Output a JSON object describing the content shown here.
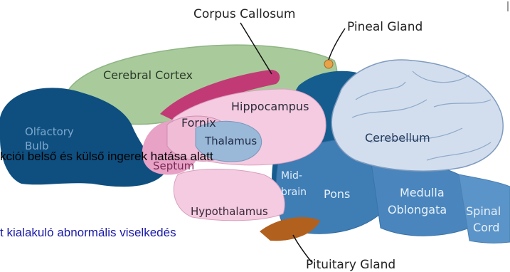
{
  "diagram": {
    "labels": {
      "corpus_callosum": "Corpus Callosum",
      "pineal_gland": "Pineal Gland",
      "cerebral_cortex": "Cerebral Cortex",
      "hippocampus": "Hippocampus",
      "fornix": "Fornix",
      "thalamus": "Thalamus",
      "olfactory_bulb_1": "Olfactory",
      "olfactory_bulb_2": "Bulb",
      "septum": "Septum",
      "cerebellum": "Cerebellum",
      "midbrain_1": "Mid-",
      "midbrain_2": "brain",
      "pons": "Pons",
      "medulla_1": "Medulla",
      "medulla_2": "Oblongata",
      "spinal_1": "Spinal",
      "spinal_2": "Cord",
      "hypothalamus": "Hypothalamus",
      "pituitary_gland": "Pituitary Gland"
    },
    "colors": {
      "cortex": "#a9cb9b",
      "olfactory": "#0e4f80",
      "dark_blue": "#155d8e",
      "mid_blue": "#3e7fb5",
      "brainstem": "#4a86bd",
      "cerebellum": "#d2deee",
      "pink_light": "#f4cbe0",
      "pink_mid": "#e7a2c6",
      "magenta": "#c23a75",
      "thalamus": "#9ab8d8",
      "pituitary": "#b2601e",
      "pineal": "#e8a24a"
    }
  },
  "overlay": {
    "line1": "kciói belső és külső ingerek hatása alatt",
    "line2": "t kialakuló abnormális viselkedés"
  }
}
